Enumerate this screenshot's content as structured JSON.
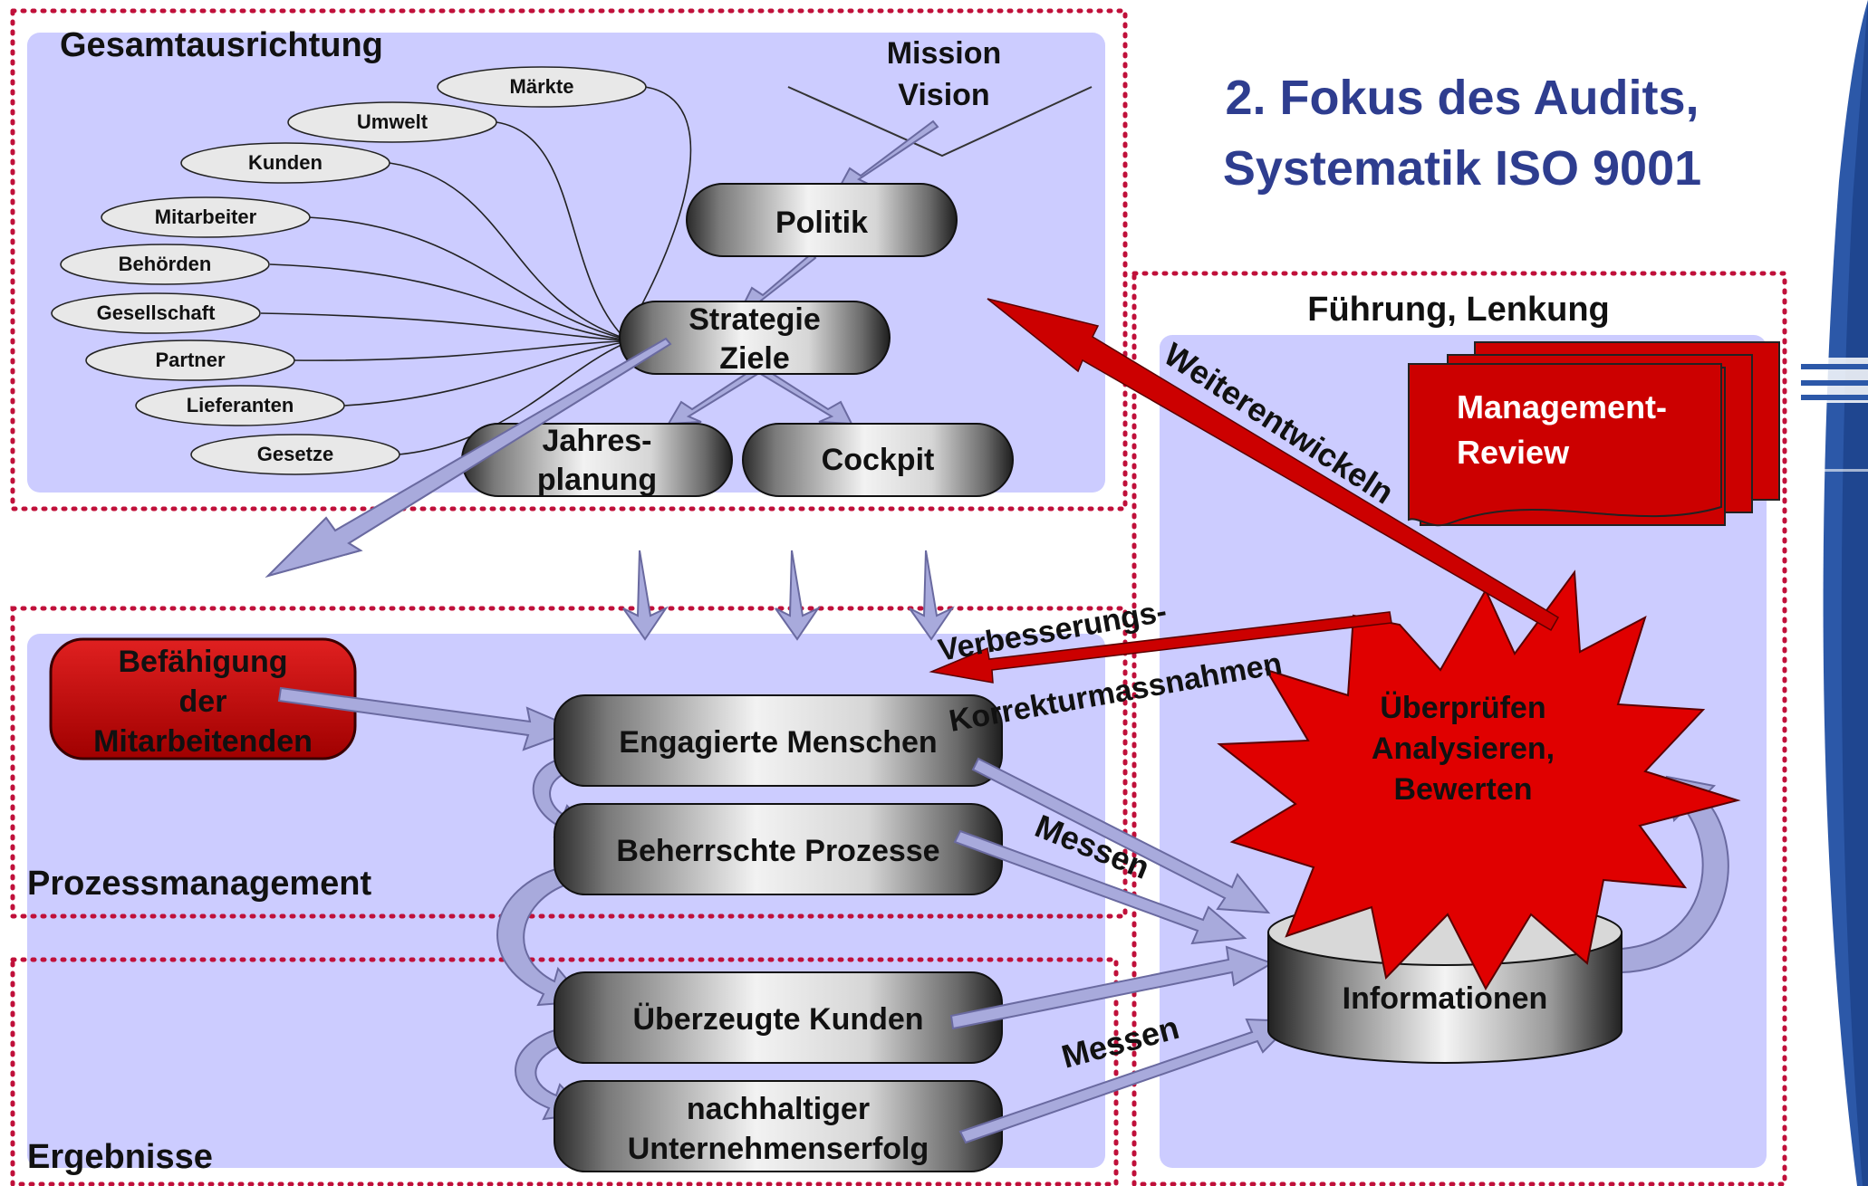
{
  "title": {
    "line1": "2.  Fokus des Audits,",
    "line2": "Systematik ISO 9001"
  },
  "sections": {
    "gesamtausrichtung": "Gesamtausrichtung",
    "prozessmanagement": "Prozessmanagement",
    "ergebnisse": "Ergebnisse",
    "fuehrung": "Führung, Lenkung"
  },
  "mission_vision": {
    "line1": "Mission",
    "line2": "Vision"
  },
  "stakeholders": [
    "Märkte",
    "Umwelt",
    "Kunden",
    "Mitarbeiter",
    "Behörden",
    "Gesellschaft",
    "Partner",
    "Lieferanten",
    "Gesetze"
  ],
  "nodes": {
    "politik": "Politik",
    "strategie": {
      "line1": "Strategie",
      "line2": "Ziele"
    },
    "jahresplanung": {
      "line1": "Jahres-",
      "line2": "planung"
    },
    "cockpit": "Cockpit",
    "befaehigung": {
      "line1": "Befähigung",
      "line2": "der",
      "line3": "Mitarbeitenden"
    },
    "menschen": "Engagierte Menschen",
    "prozesse": "Beherrschte Prozesse",
    "kunden": "Überzeugte Kunden",
    "erfolg": {
      "line1": "nachhaltiger",
      "line2": "Unternehmenserfolg"
    },
    "informationen": "Informationen",
    "review": {
      "line1": "Management-",
      "line2": "Review"
    },
    "ueberpruefen": {
      "line1": "Überprüfen",
      "line2": "Analysieren,",
      "line3": "Bewerten"
    }
  },
  "labels": {
    "weiterentwickeln": "Weiterentwickeln",
    "verbesserung1": "Verbesserungs-",
    "verbesserung2": "Korrekturmassnahmen",
    "messen1": "Messen",
    "messen2": "Messen"
  },
  "colors": {
    "panel": "#ccccff",
    "dotted_border": "#c0103a",
    "title": "#2e3d8f",
    "red": "#cc0000",
    "arrow": "#a8aadc",
    "side_band": "#2c58a8"
  }
}
